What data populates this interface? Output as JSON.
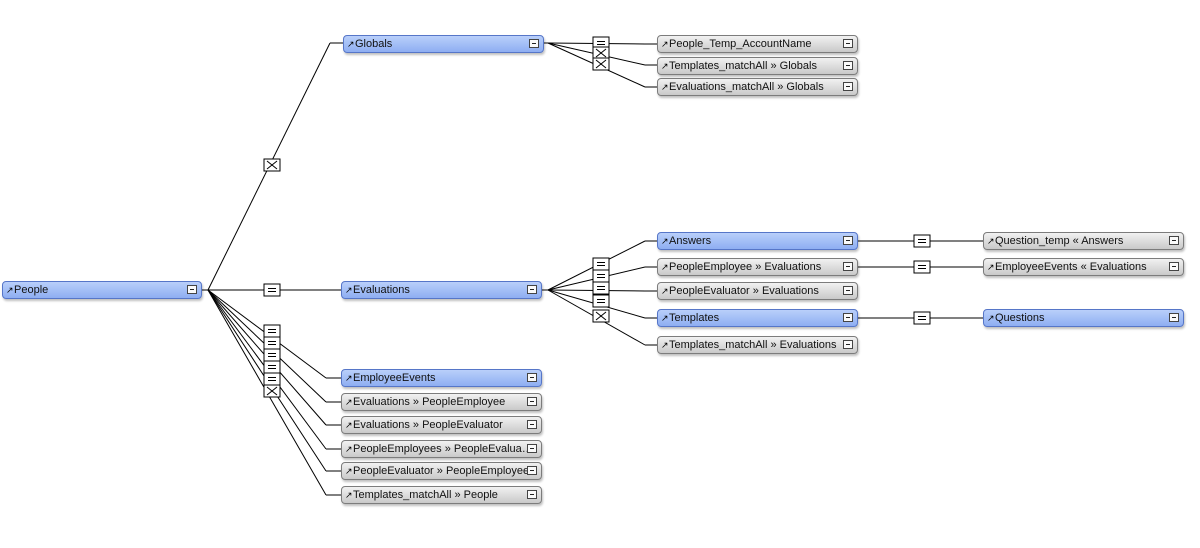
{
  "occurrences": {
    "people": "People",
    "globals": "Globals",
    "evaluations": "Evaluations",
    "employee_events": "EmployeeEvents",
    "evaluations_people_employee": "Evaluations » PeopleEmployee",
    "evaluations_people_evaluator": "Evaluations » PeopleEvaluator",
    "people_employees_people_evalua": "PeopleEmployees » PeopleEvalua…",
    "people_evaluator_people_employee": "PeopleEvaluator » PeopleEmployee",
    "templates_matchall_people": "Templates_matchAll » People",
    "people_temp_accountname": "People_Temp_AccountName",
    "templates_matchall_globals": "Templates_matchAll » Globals",
    "evaluations_matchall_globals": "Evaluations_matchAll » Globals",
    "answers": "Answers",
    "people_employee_evaluations": "PeopleEmployee » Evaluations",
    "people_evaluator_evaluations": "PeopleEvaluator » Evaluations",
    "templates": "Templates",
    "templates_matchall_evaluations": "Templates_matchAll » Evaluations",
    "question_temp_answers": "Question_temp « Answers",
    "employee_events_evaluations": "EmployeeEvents « Evaluations",
    "questions": "Questions"
  },
  "colors": {
    "selected_fill": "#9db9f5",
    "normal_fill": "#dcdcdc",
    "line": "#000000"
  },
  "icons": {
    "arrow": "arrow-icon",
    "collapse": "collapse-icon",
    "equal": "equal-relationship-icon",
    "cartesian": "cartesian-relationship-icon"
  }
}
